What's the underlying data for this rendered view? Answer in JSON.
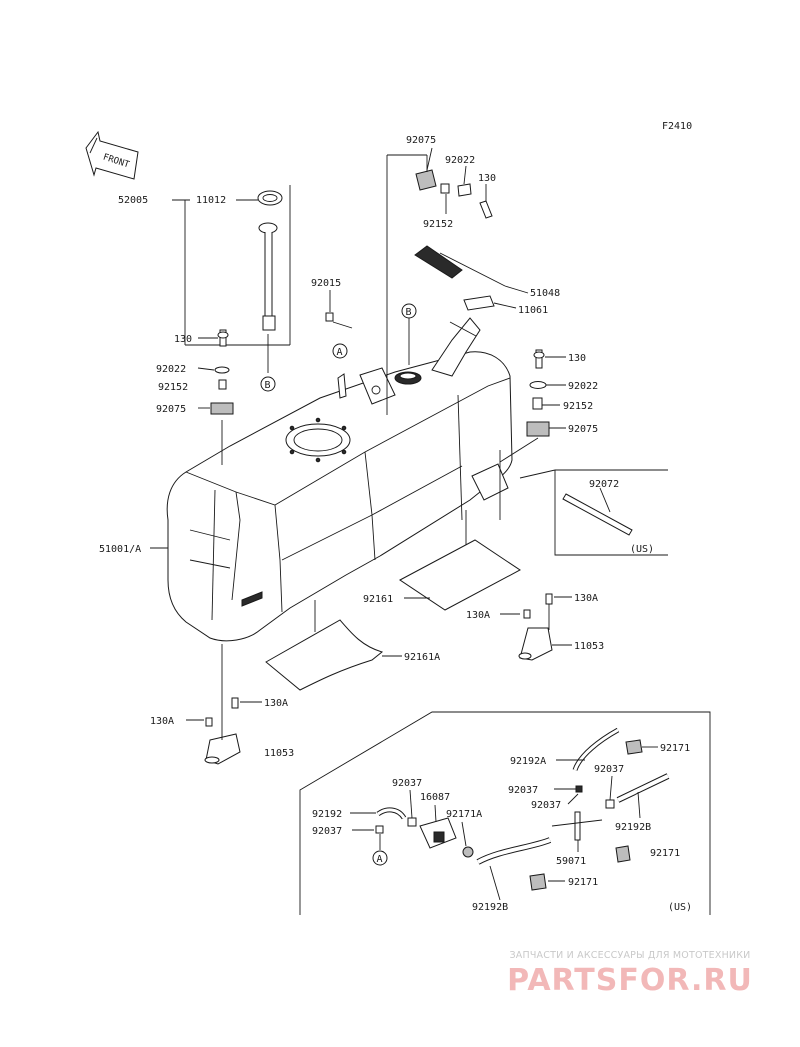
{
  "figure_code": "F2410",
  "front_label": "FRONT",
  "callout_a": "A",
  "callout_b": "B",
  "us_label": "(US)",
  "watermark": {
    "tagline": "ЗАПЧАСТИ И АКСЕССУАРЫ ДЛЯ МОТОТЕХНИКИ",
    "brand": "PARTSFOR.RU"
  },
  "parts": {
    "p52005": "52005",
    "p11012": "11012",
    "p92075_top": "92075",
    "p92022_top": "92022",
    "p130_top": "130",
    "p92152_top": "92152",
    "p51048": "51048",
    "p11061": "11061",
    "p92015": "92015",
    "p130_left": "130",
    "p92022_left": "92022",
    "p92152_left": "92152",
    "p92075_left": "92075",
    "p130_right": "130",
    "p92022_right": "92022",
    "p92152_right": "92152",
    "p92075_right": "92075",
    "p92072": "92072",
    "p51001": "51001/A",
    "p92161": "92161",
    "p130A_mid": "130A",
    "p130A_mid2": "130A",
    "p11053_right": "11053",
    "p92161A": "92161A",
    "p130A_low": "130A",
    "p130A_low2": "130A",
    "p11053_left": "11053",
    "p92192A": "92192A",
    "p92171_a": "92171",
    "p92037_a": "92037",
    "p16087": "16087",
    "p92037_b": "92037",
    "p92037_c": "92037",
    "p92037_d": "92037",
    "p92192": "92192",
    "p92171A": "92171A",
    "p92192B_right": "92192B",
    "p92037_e": "92037",
    "p59071": "59071",
    "p92171_b": "92171",
    "p92171_c": "92171",
    "p92192B_low": "92192B"
  }
}
